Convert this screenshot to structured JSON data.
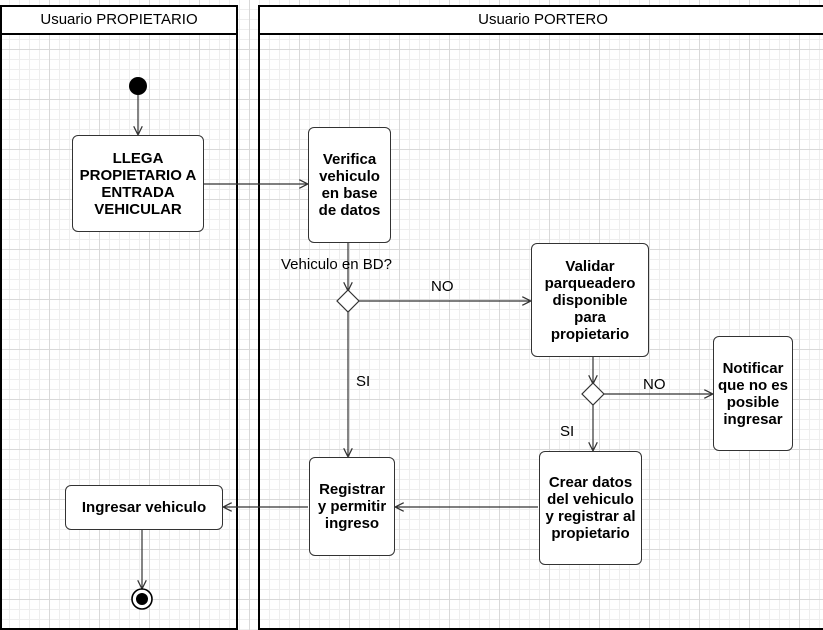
{
  "lanes": {
    "owner": "Usuario PROPIETARIO",
    "guard": "Usuario PORTERO"
  },
  "nodes": {
    "arrival": "LLEGA PROPIETARIO A ENTRADA VEHICULAR",
    "verify": "Verifica vehiculo en base de datos",
    "validate": "Validar parqueadero disponible para propietario",
    "notify": "Notificar que no es posible ingresar",
    "create": "Crear datos del vehiculo y registrar al propietario",
    "register": "Registrar y permitir ingreso",
    "enter": "Ingresar vehiculo"
  },
  "labels": {
    "question": "Vehiculo en BD?",
    "no_1": "NO",
    "si_1": "SI",
    "no_2": "NO",
    "si_2": "SI"
  }
}
